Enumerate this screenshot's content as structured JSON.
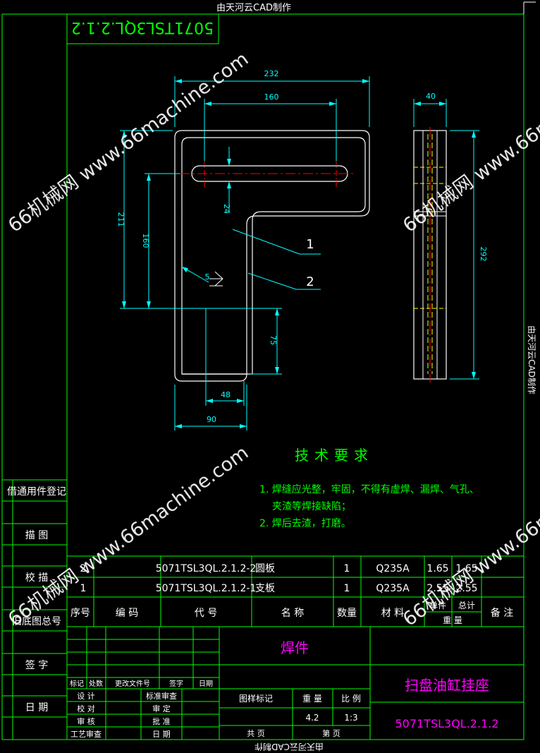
{
  "border": {
    "top_note": "由天河云CAD制作",
    "right_note": "由天河云CAD制作",
    "bottom_note": "由天河云CAD制作",
    "drawing_no_box": "5071TSL3QL.2.1.2"
  },
  "watermark": {
    "text": "66机械网 www.66machine.com"
  },
  "dimensions": {
    "d232": "232",
    "d160_top": "160",
    "d211": "211",
    "d160_left": "160",
    "d24": "24",
    "d5": "5",
    "d75": "75",
    "d48": "48",
    "d90": "90",
    "d40": "40",
    "d292": "292"
  },
  "leaders": {
    "l1": "1",
    "l2": "2"
  },
  "tech_requirements": {
    "title": "技术要求",
    "lines": [
      "1. 焊缝应光整，牢固，不得有虚焊、漏焊、气孔、",
      "夹渣等焊接缺陷；",
      "2. 焊后去渣，打磨。"
    ]
  },
  "left_strip": {
    "items": [
      "借通用件登记",
      "描 图",
      "校 描",
      "旧底图总号",
      "签 字",
      "日 期"
    ]
  },
  "bom": {
    "rows": [
      {
        "seq": "2",
        "code": "",
        "part_no": "5071TSL3QL.2.1.2-2",
        "name": "圆板",
        "qty": "1",
        "material": "Q235A",
        "unit_wt": "1.65",
        "total_wt": "1.65",
        "note": ""
      },
      {
        "seq": "1",
        "code": "",
        "part_no": "5071TSL3QL.2.1.2-1",
        "name": "支板",
        "qty": "1",
        "material": "Q235A",
        "unit_wt": "2.55",
        "total_wt": "2.55",
        "note": ""
      }
    ],
    "header": {
      "seq": "序号",
      "code": "编 码",
      "part_no": "代 号",
      "name": "名 称",
      "qty": "数量",
      "material": "材 料",
      "single": "单件",
      "total": "总计",
      "weight": "重 量",
      "note": "备 注"
    }
  },
  "title_block": {
    "category": "焊件",
    "part_name": "扫盘油缸挂座",
    "drawing_no": "5071TSL3QL.2.1.2",
    "rev_headers": [
      "标记",
      "处数",
      "更改文件号",
      "签字",
      "日期"
    ],
    "roles_left": [
      "设 计",
      "校 对",
      "审 核",
      "工艺审查"
    ],
    "roles_right": [
      "标准审查",
      "审 定",
      "批 准",
      "日 期"
    ],
    "stage_label": "图样标记",
    "weight_label": "重 量",
    "scale_label": "比 例",
    "weight_value": "4.2",
    "scale_value": "1:3",
    "sheet_total_label": "共 页",
    "sheet_label": "第 页"
  },
  "colors": {
    "frame": "#00ff00",
    "part": "#ffffff",
    "dim": "#00ffff",
    "center": "#ff0000",
    "hidden": "#ffff00",
    "text_green": "#00ff00",
    "text_white": "#ffffff",
    "bg": "#000000"
  }
}
